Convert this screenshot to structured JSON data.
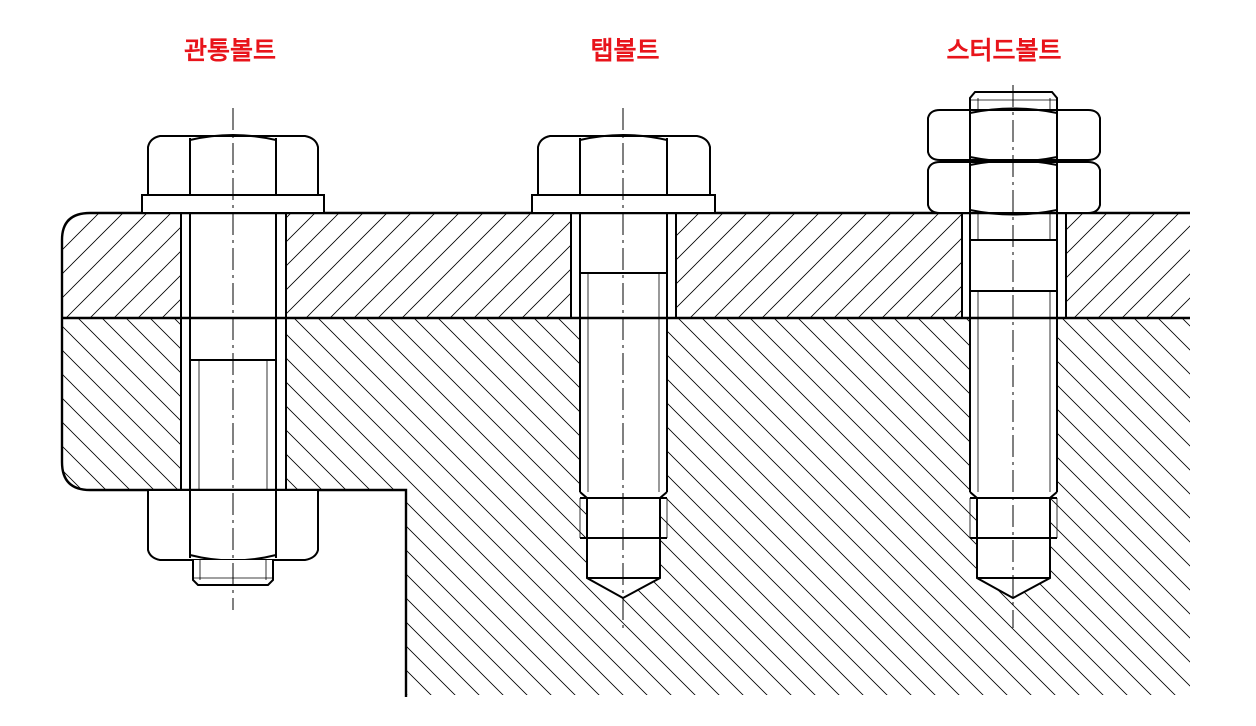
{
  "labels": {
    "through_bolt": "관통볼트",
    "tap_bolt": "탭볼트",
    "stud_bolt": "스터드볼트"
  },
  "colors": {
    "label": "#e8141b",
    "line": "#000000",
    "hatch": "#000000",
    "background": "#ffffff"
  }
}
